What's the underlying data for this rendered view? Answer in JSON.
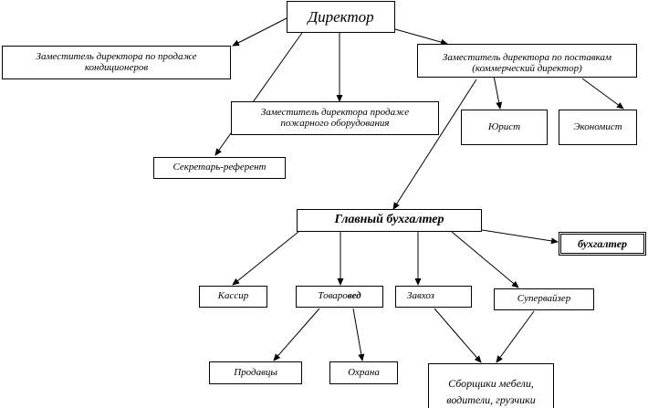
{
  "org_chart": {
    "director": "Директор",
    "deputy_sales": "Заместитель директора по продаже кондиционеров",
    "deputy_fire_equipment": "Заместитель директора продаже пожарного оборудования",
    "deputy_supply": "Заместитель директора по поставкам (коммерческий директор)",
    "lawyer": "Юрист",
    "economist": "Экономист",
    "secretary": "Секретарь-референт",
    "chief_accountant": "Главный бухгалтер",
    "accountant": "бухгалтер",
    "cashier": "Кассир",
    "merchandiser": {
      "part1": "Товаро",
      "part2": "вед"
    },
    "warehouse_manager": "Завхоз",
    "supervisor": "Супервайзер",
    "sellers": "Продавцы",
    "security": "Охрана",
    "assemblers": "Сборщики мебели, водители, грузчики"
  }
}
